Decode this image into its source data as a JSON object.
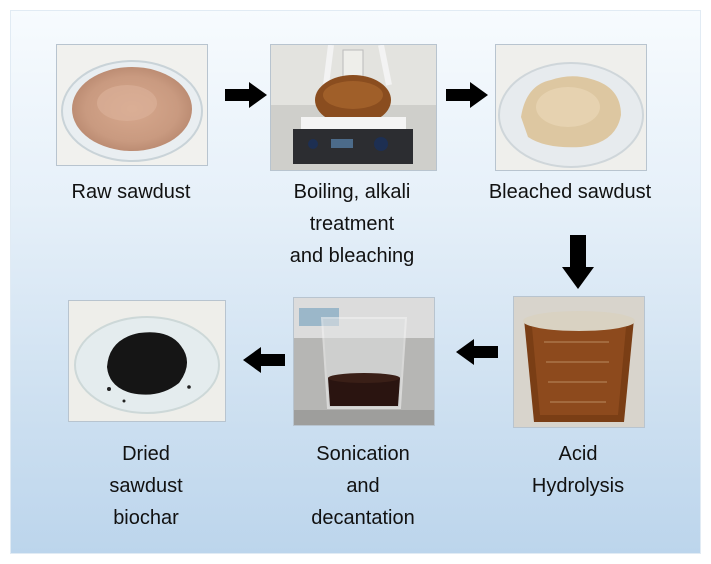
{
  "steps": [
    {
      "id": "raw",
      "label": [
        "Raw sawdust"
      ]
    },
    {
      "id": "boiling",
      "label": [
        "Boiling, alkali",
        "treatment",
        "and bleaching"
      ]
    },
    {
      "id": "bleached",
      "label": [
        "Bleached sawdust"
      ]
    },
    {
      "id": "acid",
      "label": [
        "Acid",
        "Hydrolysis"
      ]
    },
    {
      "id": "sonication",
      "label": [
        "Sonication",
        "and",
        "decantation"
      ]
    },
    {
      "id": "dried",
      "label": [
        "Dried",
        "sawdust",
        "biochar"
      ]
    }
  ],
  "flow": [
    {
      "from": "raw",
      "to": "boiling",
      "direction": "right"
    },
    {
      "from": "boiling",
      "to": "bleached",
      "direction": "right"
    },
    {
      "from": "bleached",
      "to": "acid",
      "direction": "down"
    },
    {
      "from": "acid",
      "to": "sonication",
      "direction": "left"
    },
    {
      "from": "sonication",
      "to": "dried",
      "direction": "left"
    }
  ],
  "colors": {
    "background_top": "#f7fbfe",
    "background_bottom": "#bcd5ec",
    "arrow": "#000000",
    "text": "#111111"
  },
  "icons": [
    "arrow-right-icon",
    "arrow-down-icon",
    "arrow-left-icon"
  ]
}
